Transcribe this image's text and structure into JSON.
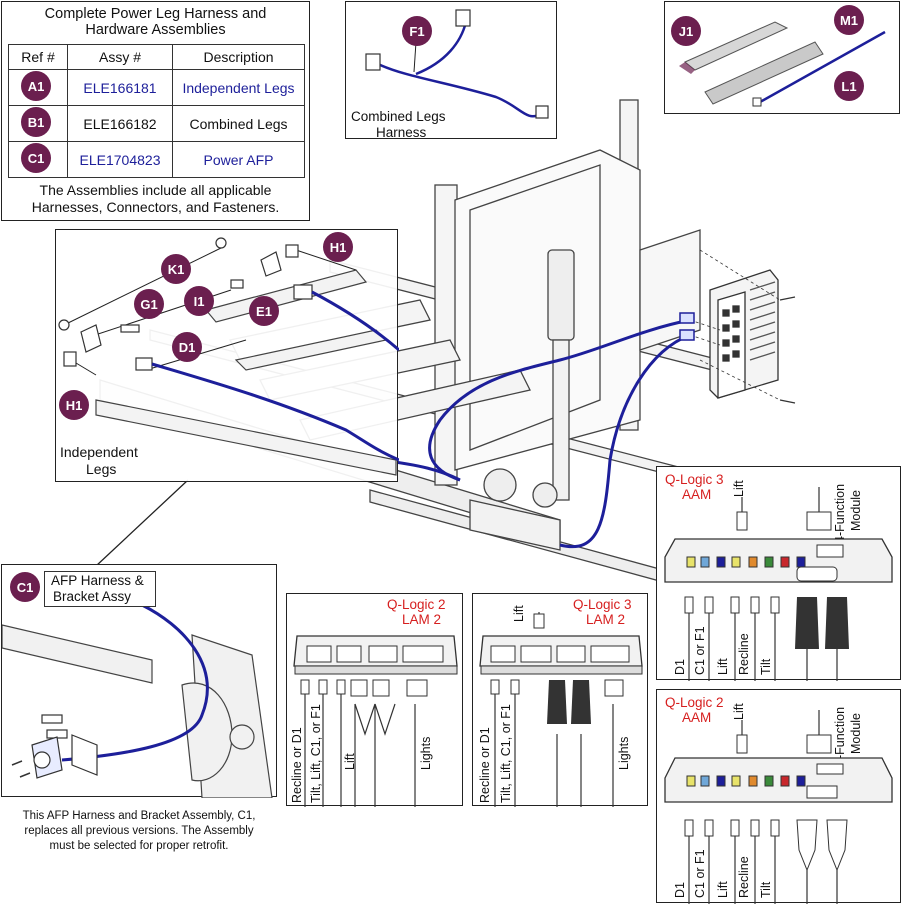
{
  "assembly_table": {
    "title_line1": "Complete Power Leg Harness and",
    "title_line2": "Hardware Assemblies",
    "headers": [
      "Ref #",
      "Assy #",
      "Description"
    ],
    "rows": [
      {
        "ref": "A1",
        "assy": "ELE166181",
        "desc": "Independent Legs"
      },
      {
        "ref": "B1",
        "assy": "ELE166182",
        "desc": "Combined Legs"
      },
      {
        "ref": "C1",
        "assy": "ELE1704823",
        "desc": "Power AFP"
      }
    ],
    "note_line1": "The Assemblies include all applicable",
    "note_line2": "Harnesses, Connectors, and Fasteners."
  },
  "combined_harness": {
    "badge": "F1",
    "label_line1": "Combined Legs",
    "label_line2": "Harness"
  },
  "hardware_kit": {
    "badges": [
      "J1",
      "M1",
      "L1"
    ]
  },
  "independent_legs": {
    "badges": [
      "K1",
      "H1",
      "G1",
      "I1",
      "E1",
      "D1",
      "H1"
    ],
    "label_line1": "Independent",
    "label_line2": "Legs"
  },
  "afp": {
    "badge": "C1",
    "label_line1": "AFP Harness &",
    "label_line2": "Bracket Assy",
    "note_line1": "This AFP Harness and Bracket Assembly, C1,",
    "note_line2": "replaces all previous versions. The Assembly",
    "note_line3": "must be selected for proper retrofit."
  },
  "qlogic2_lam2": {
    "title_line1": "Q-Logic 2",
    "title_line2": "LAM 2",
    "labels": [
      "Recline or D1",
      "Tilt, Lift, C1, or F1",
      "Lift",
      "Lights"
    ]
  },
  "qlogic3_lam2": {
    "title_line1": "Q-Logic 3",
    "title_line2": "LAM 2",
    "top_label": "Lift",
    "labels": [
      "Recline or D1",
      "Tilt, Lift, C1, or F1",
      "Lights"
    ]
  },
  "qlogic3_aam": {
    "title_line1": "Q-Logic 3",
    "title_line2": "AAM",
    "top_labels": [
      "Lift",
      "4-Function",
      "Module"
    ],
    "labels": [
      "D1",
      "C1 or F1",
      "Lift",
      "Recline",
      "Tilt"
    ]
  },
  "qlogic2_aam": {
    "title_line1": "Q-Logic 2",
    "title_line2": "AAM",
    "top_labels": [
      "Lift",
      "4-Function",
      "Module"
    ],
    "labels": [
      "D1",
      "C1 or F1",
      "Lift",
      "Recline",
      "Tilt"
    ]
  },
  "colors": {
    "badge": "#6b1f4f",
    "harness": "#1d1f9a",
    "title_red": "#d61f1f"
  }
}
